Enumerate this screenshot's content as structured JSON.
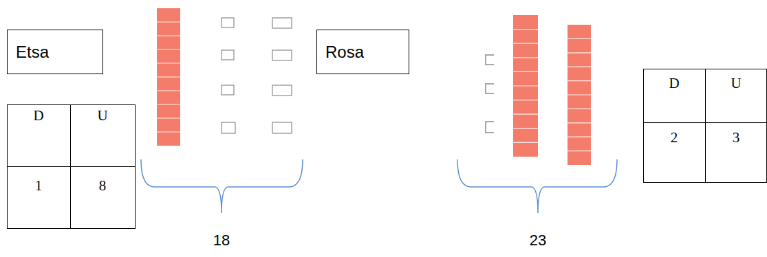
{
  "diagram": {
    "nodes": [
      {
        "text": [
          "Etsa"
        ]
      },
      {
        "text": [
          "Rosa"
        ]
      }
    ],
    "labels": [
      "D",
      "U",
      "1",
      "8",
      "18",
      "23",
      "D",
      "U",
      "2",
      "3"
    ]
  }
}
